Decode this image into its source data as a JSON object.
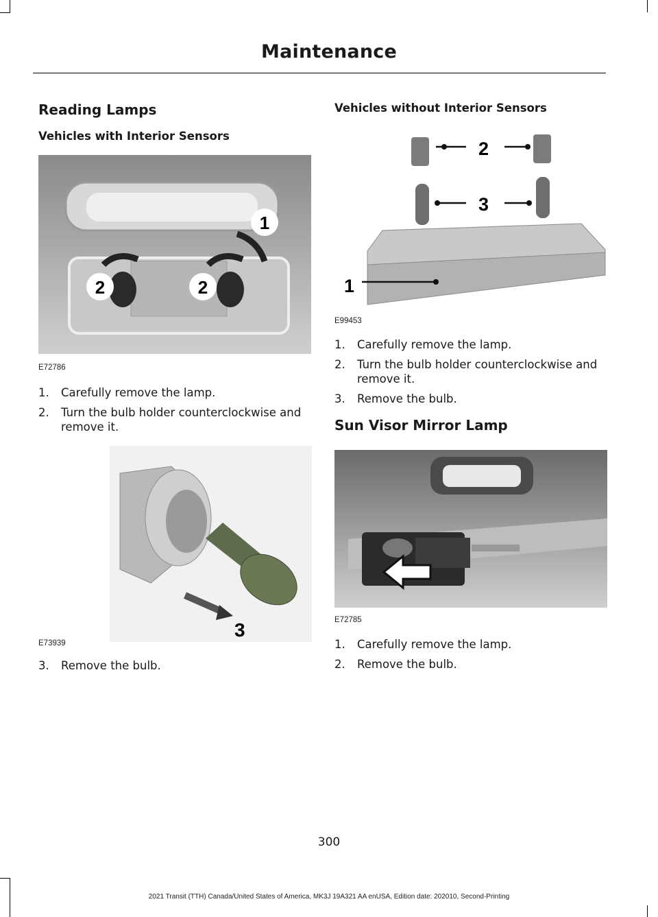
{
  "page": {
    "title": "Maintenance",
    "page_number": "300",
    "footer": "2021 Transit (TTH) Canada/United States of America, MK3J 19A321 AA enUSA, Edition date: 202010, Second-Printing"
  },
  "left": {
    "section_title": "Reading Lamps",
    "subsection_title": "Vehicles with Interior Sensors",
    "figure1": {
      "code": "E72786",
      "callouts": [
        "1",
        "2",
        "2"
      ]
    },
    "steps1": [
      {
        "num": "1.",
        "text": "Carefully remove the lamp."
      },
      {
        "num": "2.",
        "text": "Turn the bulb holder counterclockwise and remove it."
      }
    ],
    "figure2": {
      "code": "E73939",
      "callouts": [
        "3"
      ]
    },
    "steps2": [
      {
        "num": "3.",
        "text": "Remove the bulb."
      }
    ]
  },
  "right": {
    "subsection_title": "Vehicles without Interior Sensors",
    "figure3": {
      "code": "E99453",
      "callouts": [
        "2",
        "3",
        "1"
      ]
    },
    "steps": [
      {
        "num": "1.",
        "text": "Carefully remove the lamp."
      },
      {
        "num": "2.",
        "text": "Turn the bulb holder counterclockwise and remove it."
      },
      {
        "num": "3.",
        "text": "Remove the bulb."
      }
    ],
    "section_title": "Sun Visor Mirror Lamp",
    "figure4": {
      "code": "E72785"
    },
    "steps_visor": [
      {
        "num": "1.",
        "text": "Carefully remove the lamp."
      },
      {
        "num": "2.",
        "text": "Remove the bulb."
      }
    ]
  }
}
